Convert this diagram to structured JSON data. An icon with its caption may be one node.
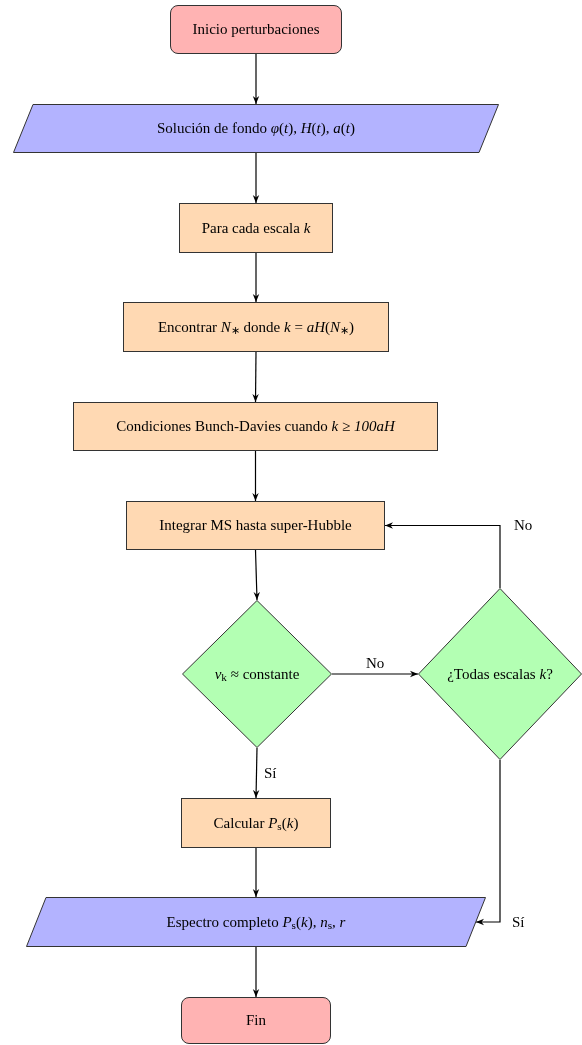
{
  "diagram": {
    "nodes": [
      {
        "text": [
          "Inicio perturbaciones"
        ]
      },
      {
        "text": [
          "Solución de fondo *φ*(*t*), *H*(*t*), *a*(*t*)"
        ]
      },
      {
        "text": [
          "Para cada escala *k*"
        ]
      },
      {
        "text": [
          "Encontrar *N*$_{∗}$ donde *k* = *aH*(*N*$_{∗}$)"
        ]
      },
      {
        "text": [
          "Condiciones Bunch-Davies cuando *k* ≥ *100aH*"
        ]
      },
      {
        "text": [
          "Integrar MS hasta super-Hubble"
        ]
      },
      {
        "text": [
          "*v*$_{k}$ ≈ constante"
        ]
      },
      {
        "text": [
          "¿Todas escalas *k*?"
        ]
      },
      {
        "text": [
          "Calcular *P*$_{s}$(*k*)"
        ]
      },
      {
        "text": [
          "Espectro completo *P*$_{s}$(*k*), *n*$_{s}$, *r*"
        ]
      },
      {
        "text": [
          "Fin"
        ]
      }
    ],
    "edges": [
      {
        "from": 0,
        "to": 1,
        "arrow": "to"
      },
      {
        "from": 1,
        "to": 2,
        "arrow": "to"
      },
      {
        "from": 2,
        "to": 3,
        "arrow": "to"
      },
      {
        "from": 3,
        "to": 4,
        "arrow": "to"
      },
      {
        "from": 4,
        "to": 5,
        "arrow": "to"
      },
      {
        "from": 5,
        "to": 6,
        "arrow": "to"
      },
      {
        "from": 6,
        "to": 8,
        "arrow": "to",
        "label": "Sí"
      },
      {
        "from": 6,
        "to": 7,
        "arrow": "to",
        "label": "No"
      },
      {
        "from": 7,
        "to": 5,
        "arrow": "to",
        "label": "No"
      },
      {
        "from": 7,
        "to": 9,
        "arrow": "to",
        "label": "Sí"
      },
      {
        "from": 8,
        "to": 9,
        "arrow": "to"
      },
      {
        "from": 9,
        "to": 10,
        "arrow": "to"
      }
    ]
  }
}
